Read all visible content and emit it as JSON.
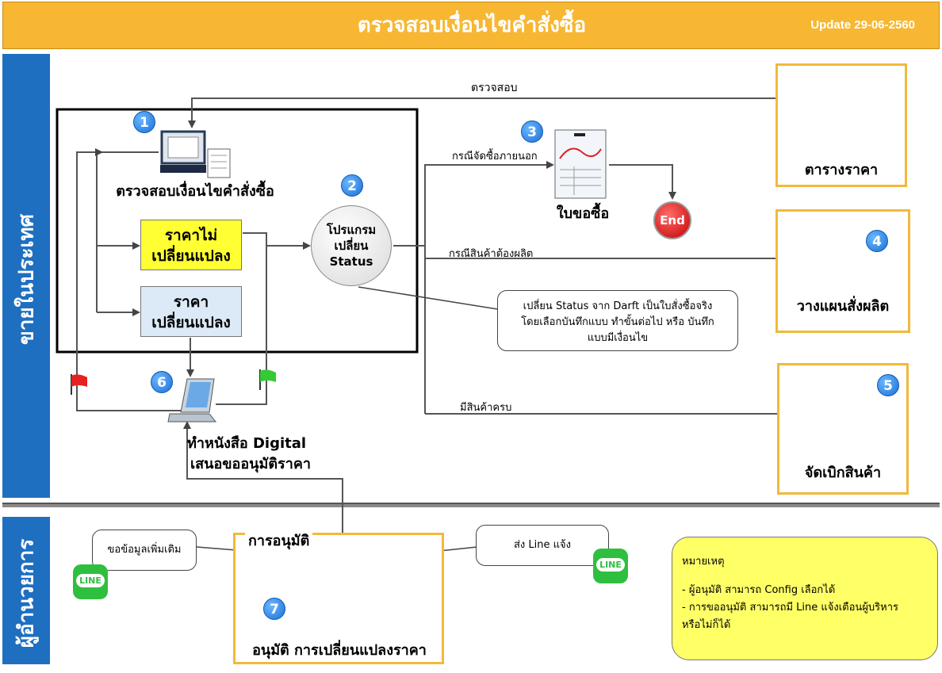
{
  "header": {
    "title": "ตรวจสอบเงื่อนไขคำสั่งซื้อ",
    "update": "Update 29-06-2560"
  },
  "lanes": {
    "top": "ขายในประเทศ",
    "bottom": "ผู้อำนวยการ"
  },
  "colors": {
    "header": "#f7b733",
    "lane": "#1f6fc0",
    "yellow_box": "#ffff33",
    "blue_box": "#dbeaf6",
    "note": "#ffff66",
    "line_green": "#2fbf3f"
  },
  "steps": {
    "s1": {
      "num": "1",
      "label": "ตรวจสอบเงื่อนไขคำสั่งซื้อ"
    },
    "s2": {
      "num": "2",
      "line1": "โปรแกรม",
      "line2": "เปลี่ยน",
      "line3": "Status"
    },
    "s3": {
      "num": "3",
      "label": "ใบขอซื้อ"
    },
    "s4": {
      "num": "4",
      "label": "วางแผนสั่งผลิต"
    },
    "s5": {
      "num": "5",
      "label": "จัดเบิกสินค้า"
    },
    "s6": {
      "num": "6",
      "line1": "ทำหนังสือ Digital",
      "line2": "เสนอขออนุมัติราคา"
    },
    "s7": {
      "num": "7",
      "label": "อนุมัติ การเปลี่ยนแปลงราคา"
    }
  },
  "boxes": {
    "no_change": {
      "line1": "ราคาไม่",
      "line2": "เปลี่ยนแปลง"
    },
    "change": {
      "line1": "ราคา",
      "line2": "เปลี่ยนแปลง"
    },
    "price_table": "ตารางราคา",
    "approval_title": "การอนุมัติ"
  },
  "arrows": {
    "check": "ตรวจสอบ",
    "external": "กรณีจัดซื้อภายนอก",
    "production": "กรณีสินค้าต้องผลิต",
    "complete": "มีสินค้าครบ"
  },
  "end_label": "End",
  "callout_status": {
    "line1": "เปลี่ยน Status จาก Darft เป็นใบสั่งซื้อจริง",
    "line2": "โดยเลือกบันทึกแบบ ทำขั้นต่อไป หรือ บันทึก",
    "line3": "แบบมีเงื่อนไข"
  },
  "callout_more": "ขอข้อมูลเพิ่มเติม",
  "callout_line": "ส่ง Line แจ้ง",
  "line_logo": "LINE",
  "note": {
    "title": "หมายเหตุ",
    "item1": "- ผู้อนุมัติ สามารถ Config เลือกได้",
    "item2": "- การขออนุมัติ สามารถมี Line แจ้งเตือนผู้บริหาร",
    "item3": "หรือไม่ก็ได้"
  }
}
